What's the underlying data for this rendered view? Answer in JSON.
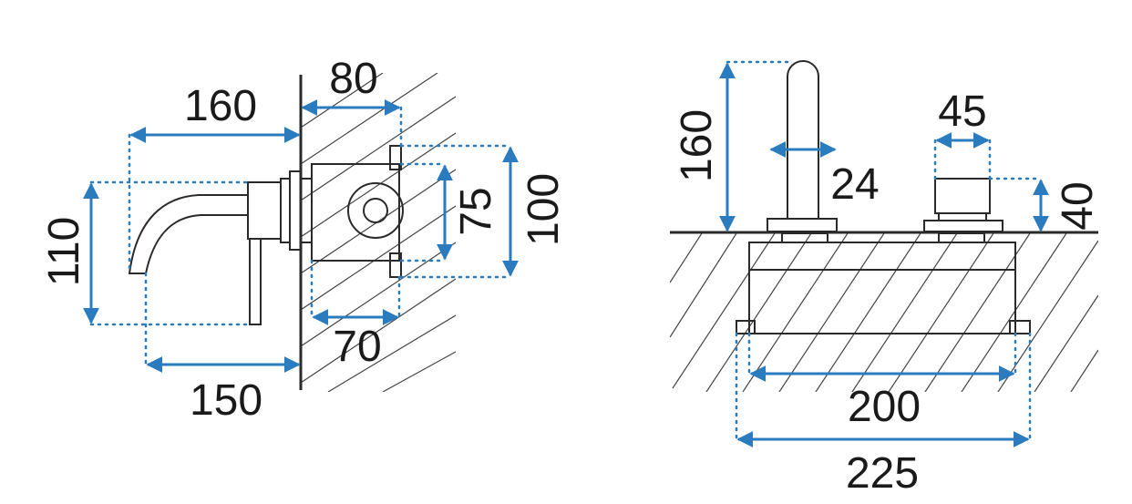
{
  "colors": {
    "accent": "#2b7bbf",
    "ink": "#1a1a1a"
  },
  "side_view": {
    "dims": {
      "d160": "160",
      "d80": "80",
      "d110": "110",
      "d75": "75",
      "d100": "100",
      "d70": "70",
      "d150": "150"
    }
  },
  "front_view": {
    "dims": {
      "d160": "160",
      "d45": "45",
      "d24": "24",
      "d40": "40",
      "d200": "200",
      "d225": "225"
    }
  }
}
